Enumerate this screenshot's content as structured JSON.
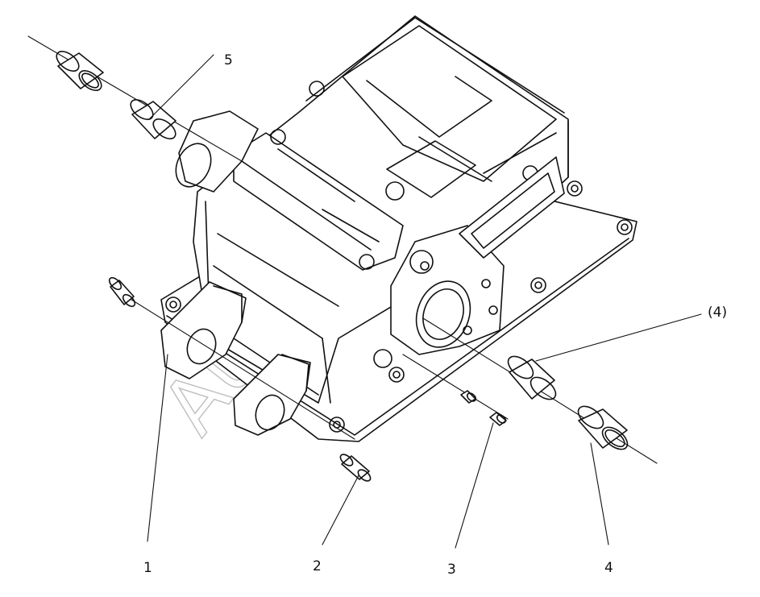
{
  "callouts": {
    "c1": "1",
    "c2": "2",
    "c3": "3",
    "c4": "4",
    "c4_paren": "(4)",
    "c5": "5"
  },
  "watermark": "Autoon"
}
